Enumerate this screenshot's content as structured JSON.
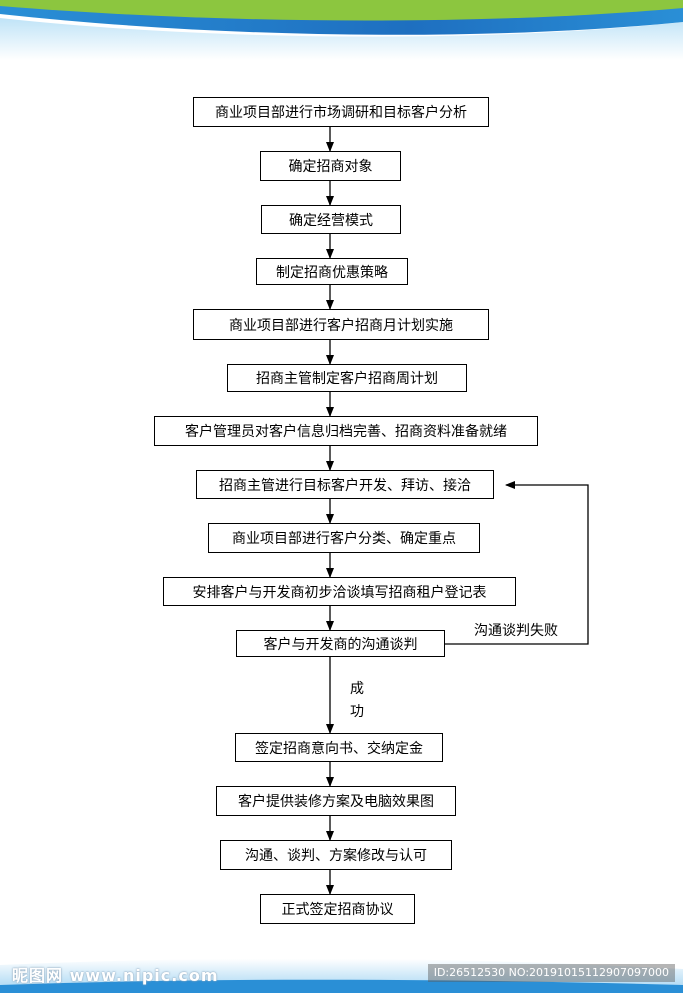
{
  "steps": [
    "商业项目部进行市场调研和目标客户分析",
    "确定招商对象",
    "确定经营模式",
    "制定招商优惠策略",
    "商业项目部进行客户招商月计划实施",
    "招商主管制定客户招商周计划",
    "客户管理员对客户信息归档完善、招商资料准备就绪",
    "招商主管进行目标客户开发、拜访、接洽",
    "商业项目部进行客户分类、确定重点",
    "安排客户与开发商初步洽谈填写招商租户登记表",
    "客户与开发商的沟通谈判",
    "签定招商意向书、交纳定金",
    "客户提供装修方案及电脑效果图",
    "沟通、谈判、方案修改与认可",
    "正式签定招商协议"
  ],
  "labels": {
    "fail": "沟通谈判失败",
    "success_1": "成",
    "success_2": "功"
  },
  "watermark": {
    "site": "昵图网 www.nipic.com",
    "id": "ID:26512530 NO:20191015112907097000"
  },
  "colors": {
    "banner_green": "#8cc63f",
    "banner_blue": "#1e78c8",
    "line": "#000000"
  }
}
